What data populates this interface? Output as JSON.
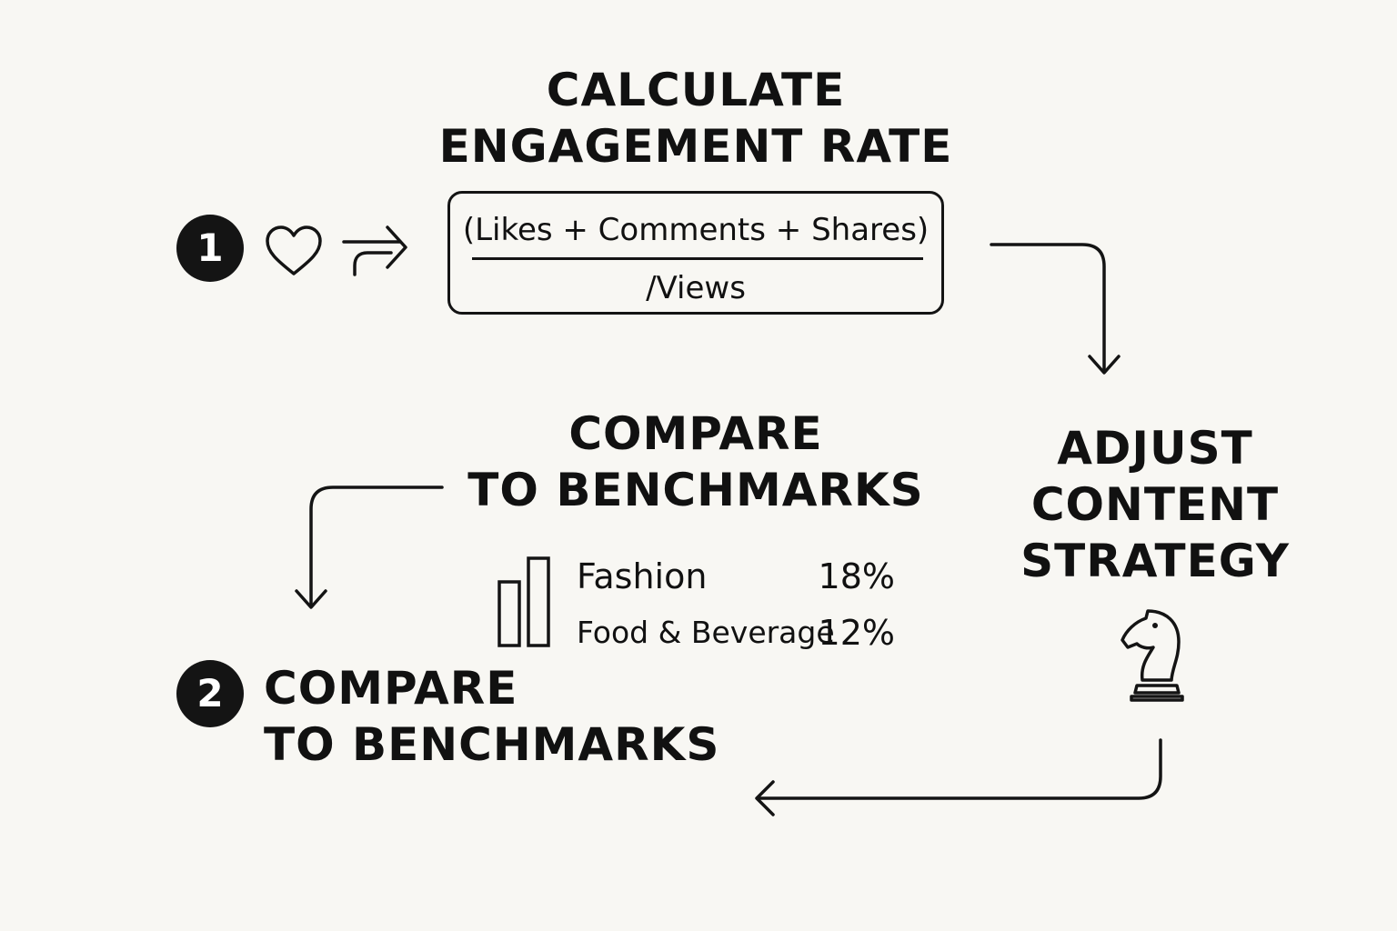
{
  "steps": {
    "step1": {
      "badge": "1",
      "title": [
        "CALCULATE",
        "ENGAGEMENT RATE"
      ],
      "formula": {
        "numerator": "(Likes + Comments + Shares)",
        "denominator": "/Views"
      }
    },
    "middle": {
      "title": [
        "COMPARE",
        "TO BENCHMARKS"
      ],
      "benchmarks": [
        {
          "industry": "Fashion",
          "rate": "18%"
        },
        {
          "industry": "Food & Beverage",
          "rate": "12%"
        }
      ]
    },
    "adjust": {
      "title": [
        "ADJUST",
        "CONTENT",
        "STRATEGY"
      ]
    },
    "step2": {
      "badge": "2",
      "title": [
        "COMPARE",
        "TO BENCHMARKS"
      ]
    }
  },
  "icons": {
    "likes": "heart-icon",
    "shares": "share-arrow-icon",
    "benchmarks": "bar-chart-icon",
    "strategy": "chess-knight-icon"
  },
  "colors": {
    "background": "#f8f7f3",
    "ink": "#141414"
  }
}
